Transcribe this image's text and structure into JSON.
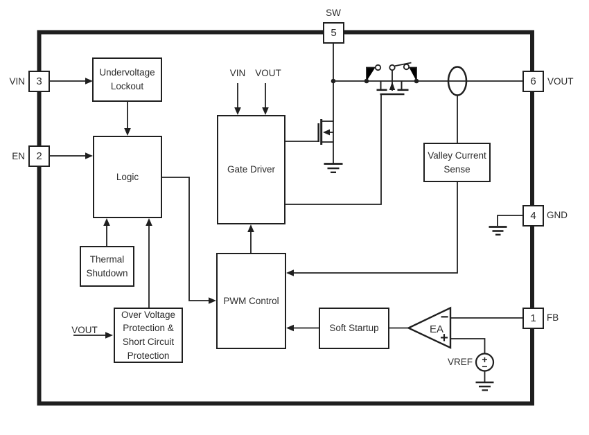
{
  "diagram": {
    "description": "DC-DC converter functional block diagram",
    "background_color": "#ffffff",
    "line_color": "#1f1f1f"
  },
  "pins": {
    "sw": {
      "number": "5",
      "label": "SW"
    },
    "vin": {
      "number": "3",
      "label": "VIN"
    },
    "en": {
      "number": "2",
      "label": "EN"
    },
    "vout": {
      "number": "6",
      "label": "VOUT"
    },
    "gnd": {
      "number": "4",
      "label": "GND"
    },
    "fb": {
      "number": "1",
      "label": "FB"
    }
  },
  "blocks": {
    "undervoltage_lockout": {
      "label": "Undervoltage Lockout"
    },
    "logic": {
      "label": "Logic"
    },
    "thermal_shutdown": {
      "label": "Thermal Shutdown"
    },
    "ovp_scp": {
      "label": "Over Voltage Protection & Short Circuit Protection"
    },
    "gate_driver": {
      "label": "Gate Driver"
    },
    "pwm_control": {
      "label": "PWM Control"
    },
    "soft_startup": {
      "label": "Soft Startup"
    },
    "valley_current_sense": {
      "label": "Valley Current Sense"
    }
  },
  "annotations": {
    "gate_driver_input_1": "VIN",
    "gate_driver_input_2": "VOUT",
    "ovp_input": "VOUT",
    "error_amp_label": "EA",
    "error_amp_minus": "−",
    "error_amp_plus": "+",
    "vref_label": "VREF",
    "vref_source_plus": "+",
    "vref_source_minus": "−"
  }
}
